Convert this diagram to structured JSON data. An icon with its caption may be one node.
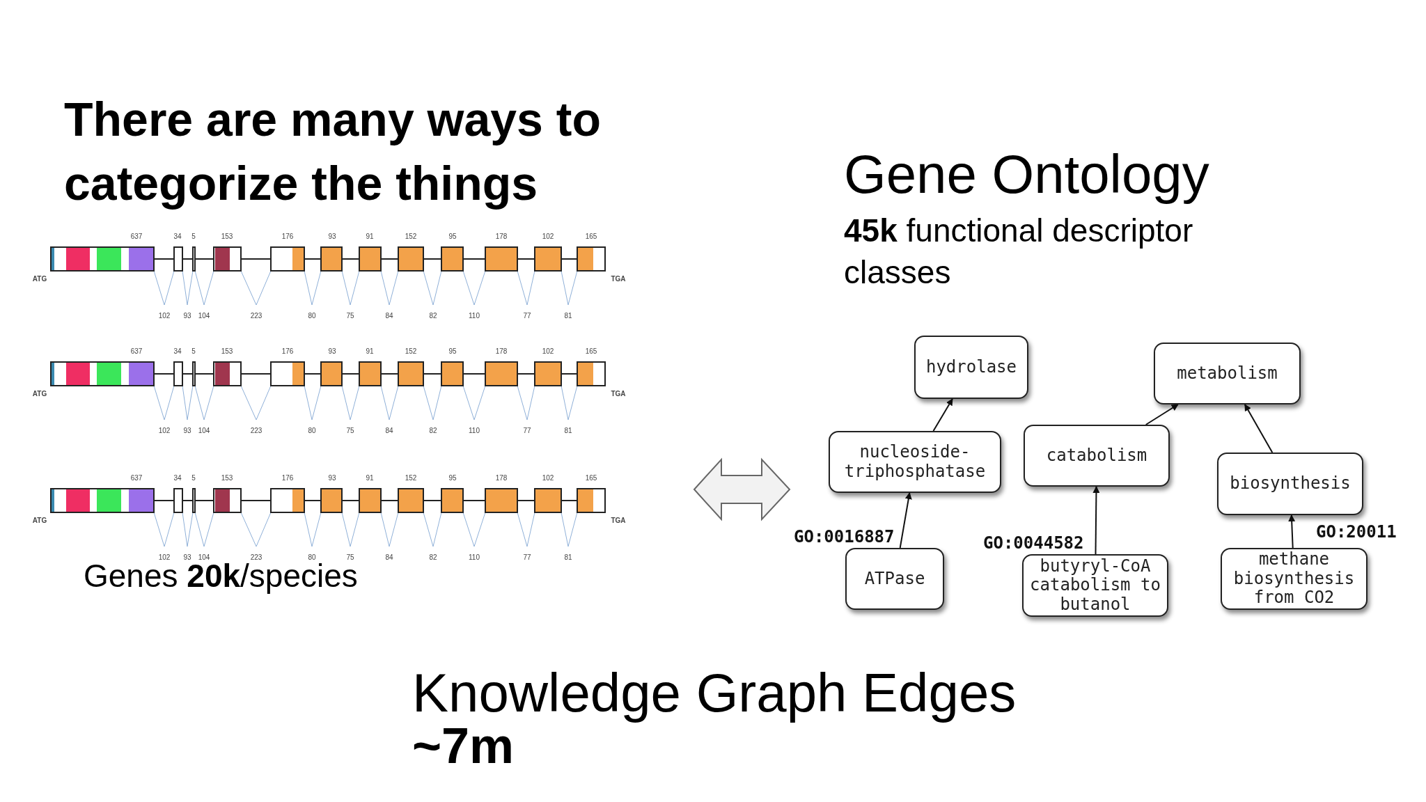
{
  "diagram": {
    "title": "There are many ways to categorize the things",
    "nodes": [
      {
        "text": [
          "hydrolase"
        ]
      },
      {
        "text": [
          "metabolism"
        ]
      },
      {
        "text": [
          "nucleoside-triphosphatase"
        ]
      },
      {
        "text": [
          "catabolism"
        ]
      },
      {
        "text": [
          "biosynthesis"
        ]
      },
      {
        "text": [
          "ATPase"
        ]
      },
      {
        "text": [
          "butyryl-CoA catabolism to butanol"
        ]
      },
      {
        "text": [
          "methane biosynthesis from CO2"
        ]
      }
    ],
    "edges": [
      {
        "from": 5,
        "to": 2,
        "arrow": "to"
      },
      {
        "from": 2,
        "to": 0,
        "arrow": "to"
      },
      {
        "from": 6,
        "to": 3,
        "arrow": "to"
      },
      {
        "from": 3,
        "to": 1,
        "arrow": "to"
      },
      {
        "from": 7,
        "to": 4,
        "arrow": "to"
      },
      {
        "from": 4,
        "to": 1,
        "arrow": "to"
      }
    ],
    "labels": [
      "Gene Ontology",
      "**45k** functional descriptor classes",
      "637",
      "34",
      "5",
      "153",
      "176",
      "93",
      "91",
      "152",
      "95",
      "178",
      "102",
      "165",
      "ATG",
      "TGA",
      "102",
      "93",
      "104",
      "223",
      "80",
      "75",
      "84",
      "82",
      "110",
      "77",
      "81",
      "637",
      "34",
      "5",
      "153",
      "176",
      "93",
      "91",
      "152",
      "95",
      "178",
      "102",
      "165",
      "ATG",
      "TGA",
      "102",
      "93",
      "104",
      "223",
      "80",
      "75",
      "84",
      "82",
      "110",
      "77",
      "81",
      "637",
      "34",
      "5",
      "153",
      "176",
      "93",
      "91",
      "152",
      "95",
      "178",
      "102",
      "165",
      "ATG",
      "TGA",
      "102",
      "93",
      "104",
      "223",
      "80",
      "75",
      "84",
      "82",
      "110",
      "77",
      "81",
      "Genes **20k**/species",
      "GO:0016887",
      "GO:0044582",
      "GO:20011",
      "Knowledge Graph Edges",
      "~7m"
    ]
  }
}
